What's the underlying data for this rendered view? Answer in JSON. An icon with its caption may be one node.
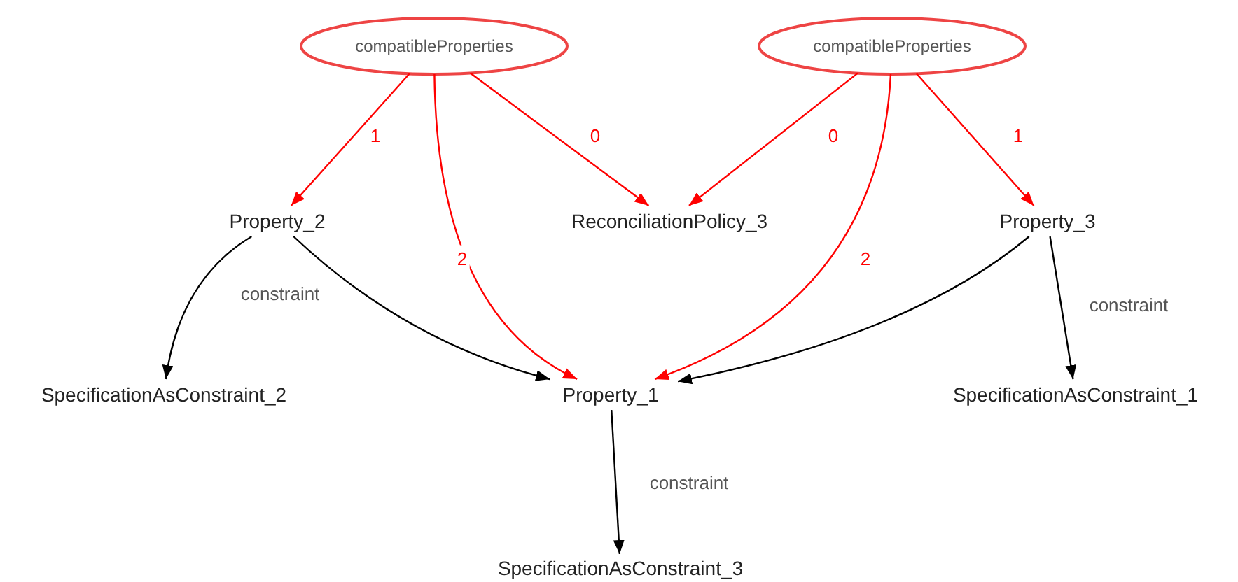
{
  "diagram": {
    "nodes": [
      {
        "text": [
          "compatibleProperties"
        ]
      },
      {
        "text": [
          "compatibleProperties"
        ]
      },
      {
        "text": [
          "Property_2"
        ]
      },
      {
        "text": [
          "ReconciliationPolicy_3"
        ]
      },
      {
        "text": [
          "Property_3"
        ]
      },
      {
        "text": [
          "SpecificationAsConstraint_2"
        ]
      },
      {
        "text": [
          "Property_1"
        ]
      },
      {
        "text": [
          "SpecificationAsConstraint_1"
        ]
      },
      {
        "text": [
          "SpecificationAsConstraint_3"
        ]
      }
    ],
    "edges": [
      {
        "from": 0,
        "to": 2,
        "arrow": "to",
        "label": "1"
      },
      {
        "from": 0,
        "to": 6,
        "arrow": "to",
        "label": "2"
      },
      {
        "from": 0,
        "to": 3,
        "arrow": "to",
        "label": "0"
      },
      {
        "from": 1,
        "to": 3,
        "arrow": "to",
        "label": "0"
      },
      {
        "from": 1,
        "to": 6,
        "arrow": "to",
        "label": "2"
      },
      {
        "from": 1,
        "to": 4,
        "arrow": "to",
        "label": "1"
      },
      {
        "from": 2,
        "to": 5,
        "arrow": "to",
        "label": "constraint",
        "color": "#000000"
      },
      {
        "from": 2,
        "to": 6,
        "arrow": "to",
        "color": "#000000"
      },
      {
        "from": 4,
        "to": 6,
        "arrow": "to",
        "color": "#000000"
      },
      {
        "from": 4,
        "to": 7,
        "arrow": "to",
        "label": "constraint",
        "color": "#000000"
      },
      {
        "from": 6,
        "to": 8,
        "arrow": "to",
        "label": "constraint",
        "color": "#000000"
      }
    ]
  }
}
